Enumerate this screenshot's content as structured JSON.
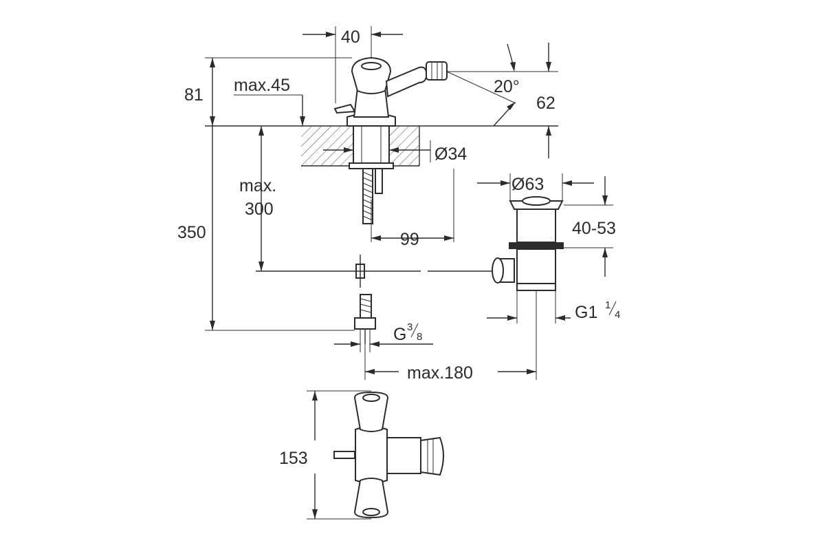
{
  "dimensions": {
    "top_width": "40",
    "height_81": "81",
    "max_45": "max.45",
    "angle": "20°",
    "spout_height": "62",
    "hole_diameter": "Ø34",
    "max_label": "max.",
    "max_300_value": "300",
    "total_height": "350",
    "dist_99": "99",
    "waste_diameter": "Ø63",
    "waste_range": "40-53",
    "thread_main": "G1",
    "thread_main_num": "1",
    "thread_main_den": "4",
    "thread_supply": "G",
    "thread_supply_num": "3",
    "thread_supply_den": "8",
    "max_180": "max.180",
    "plan_width": "153"
  },
  "colors": {
    "line": "#2b2b2b",
    "background": "#ffffff"
  }
}
